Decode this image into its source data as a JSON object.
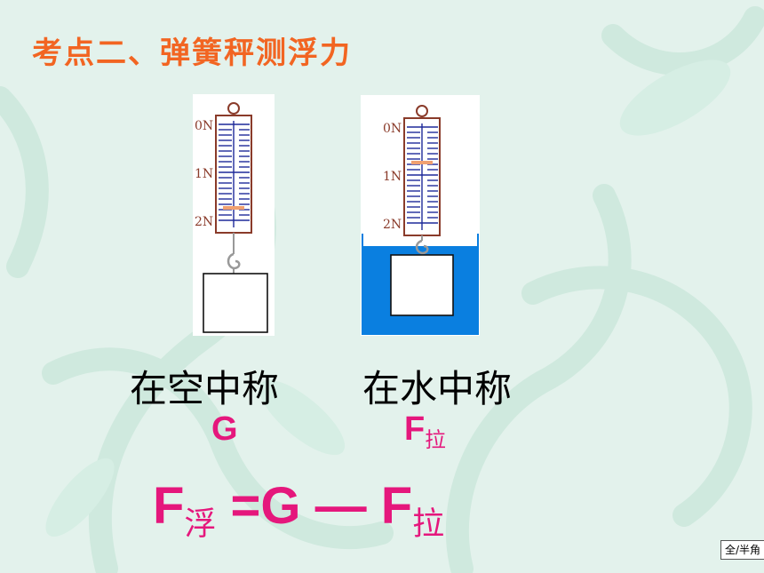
{
  "slide": {
    "title": "考点二、弹簧秤测浮力",
    "colors": {
      "accent": "#f26522",
      "formula": "#e5177c",
      "water": "#0a7fe0",
      "scale_mark": "#1e2a9a"
    },
    "figures": {
      "air": {
        "tick_labels": [
          "0N",
          "1N",
          "2N"
        ],
        "caption": "在空中称",
        "symbol": "G"
      },
      "water": {
        "tick_labels": [
          "0N",
          "1N",
          "2N"
        ],
        "caption": "在水中称",
        "symbol_main": "F",
        "symbol_sub": "拉"
      }
    },
    "formula": {
      "lhs_main": "F",
      "lhs_sub": "浮",
      "operator_eq": " =G ",
      "operator_minus": "— ",
      "rhs_main": "F",
      "rhs_sub": "拉"
    },
    "status_indicator": "全/半角"
  }
}
